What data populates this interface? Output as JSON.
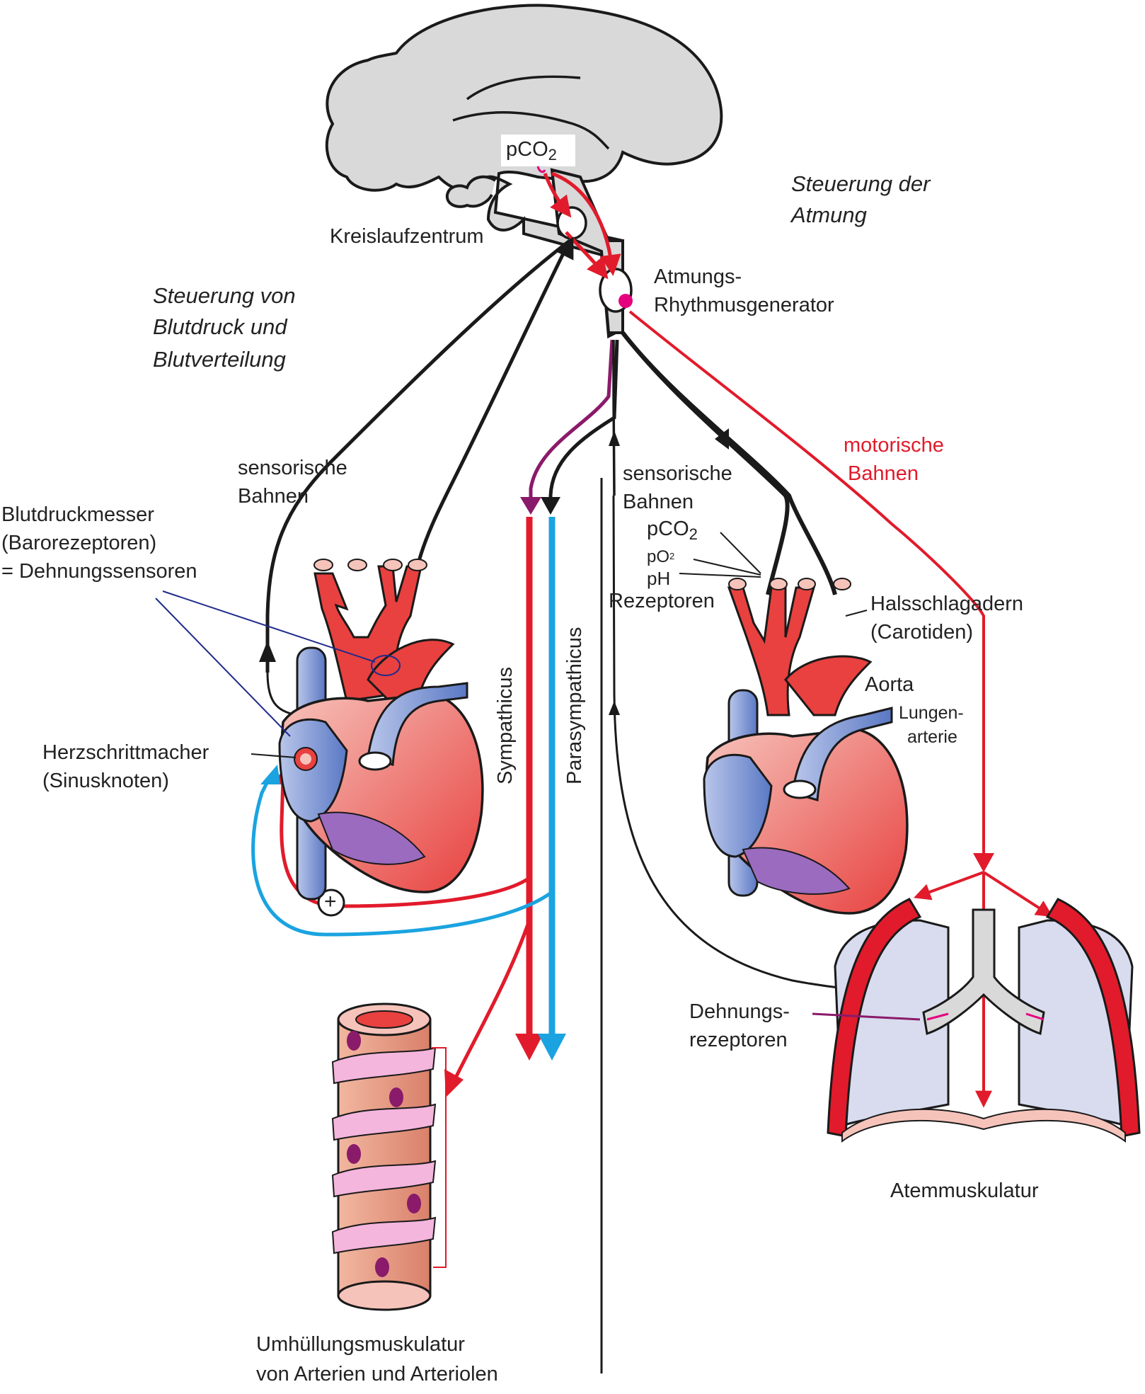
{
  "labels": {
    "pco2_brain": "pCO",
    "pco2_brain_sub": "2",
    "kreislaufzentrum": "Kreislaufzentrum",
    "steuerung_atmung_1": "Steuerung der",
    "steuerung_atmung_2": "Atmung",
    "atmungs_1": "Atmungs-",
    "atmungs_2": "Rhythmusgenerator",
    "steuerung_blut_1": "Steuerung von",
    "steuerung_blut_2": "Blutdruck und",
    "steuerung_blut_3": "Blutverteilung",
    "sens_left_1": "sensorische",
    "sens_left_2": "Bahnen",
    "blutdruck_1": "Blutdruckmesser",
    "blutdruck_2": "(Barorezeptoren)",
    "blutdruck_3": "= Dehnungssensoren",
    "herz_1": "Herzschrittmacher",
    "herz_2": "(Sinusknoten)",
    "sympathicus": "Sympathicus",
    "parasympathicus": "Parasympathicus",
    "sens_right_1": "sensorische",
    "sens_right_2": "Bahnen",
    "rez_pco2": "pCO",
    "rez_pco2_sub": "2",
    "rez_po2": "pO",
    "rez_po2_sub": "2",
    "rez_ph": "pH",
    "rezeptoren": "Rezeptoren",
    "motorische_1": "motorische",
    "motorische_2": "Bahnen",
    "hals_1": "Halsschlagadern",
    "hals_2": "(Carotiden)",
    "aorta": "Aorta",
    "lungen_1": "Lungen-",
    "lungen_2": "arterie",
    "dehnung_1": "Dehnungs-",
    "dehnung_2": "rezeptoren",
    "atemmusk": "Atemmuskulatur",
    "umh_1": "Umhüllungsmuskulatur",
    "umh_2": "von Arterien und Arteriolen",
    "plus": "+"
  },
  "colors": {
    "red": "#e11b2b",
    "blue": "#1aa3e0",
    "magenta": "#e5007d",
    "purple": "#8a1a6a",
    "black": "#1a1a1a",
    "brain_gray": "#d9d9d9",
    "vein_blue": "#7a95d0",
    "lung_fill": "#d8dcee"
  }
}
